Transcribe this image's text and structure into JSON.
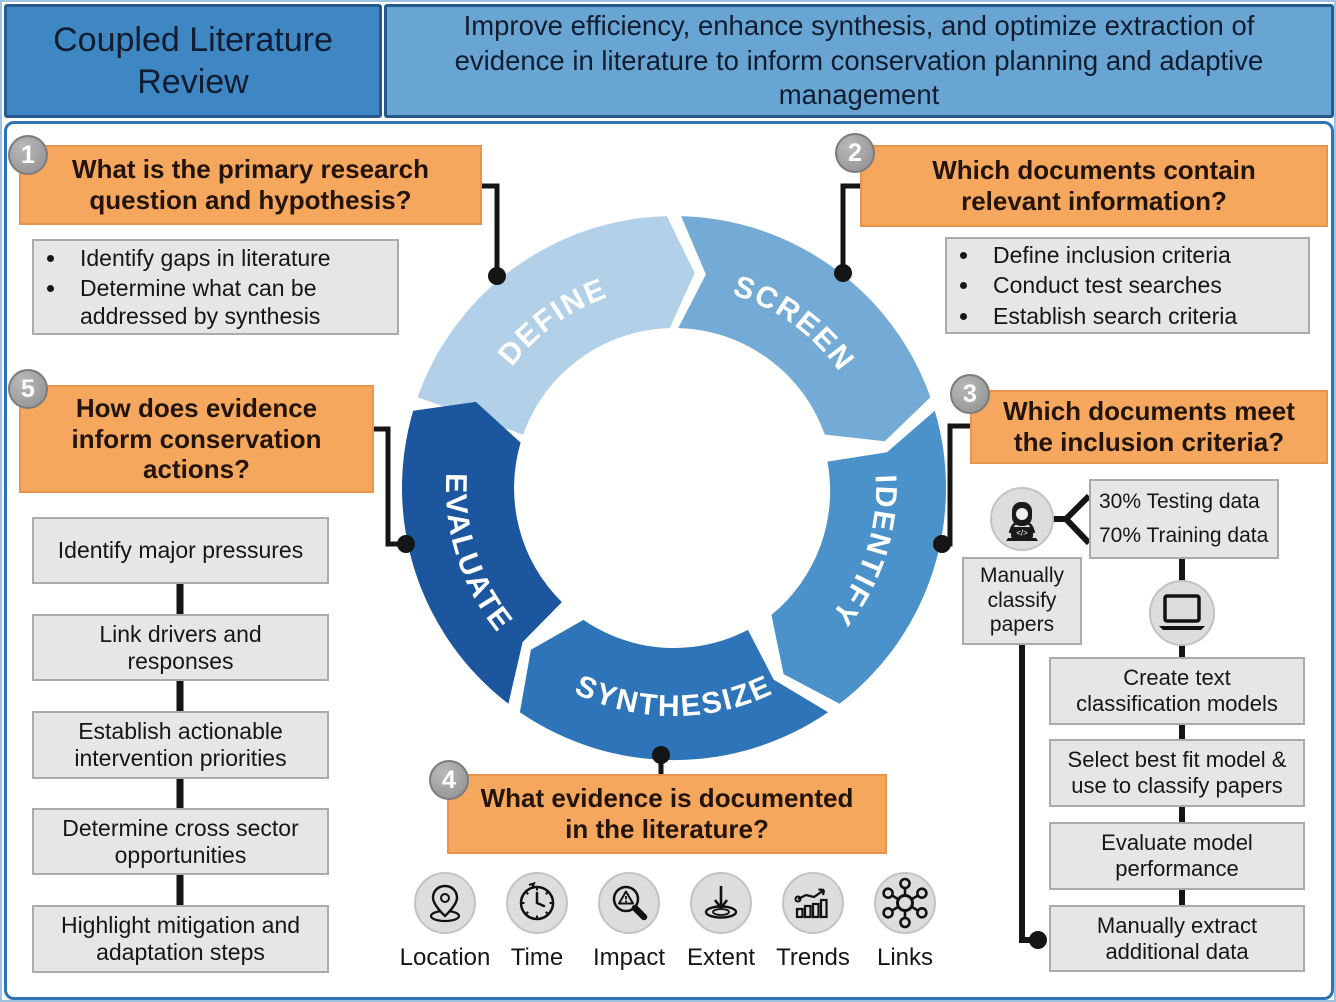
{
  "header": {
    "title": "Coupled Literature Review",
    "subtitle": "Improve efficiency, enhance synthesis, and optimize extraction of evidence in literature to inform conservation planning and adaptive management"
  },
  "ring": {
    "segments": [
      {
        "label": "DEFINE",
        "color": "#b2d0e7"
      },
      {
        "label": "SCREEN",
        "color": "#74abd6"
      },
      {
        "label": "IDENTIFY",
        "color": "#4b92cb"
      },
      {
        "label": "SYNTHESIZE",
        "color": "#2e74b8"
      },
      {
        "label": "EVALUATE",
        "color": "#1c569e"
      }
    ]
  },
  "steps": {
    "s1": {
      "num": "1",
      "question": "What is the primary research question and hypothesis?",
      "bullets": [
        "Identify gaps in literature",
        "Determine what can be addressed by synthesis"
      ]
    },
    "s2": {
      "num": "2",
      "question": "Which documents contain relevant information?",
      "bullets": [
        "Define inclusion criteria",
        "Conduct test searches",
        "Establish search criteria"
      ]
    },
    "s3": {
      "num": "3",
      "question": "Which documents meet the inclusion criteria?",
      "data_split": [
        "30% Testing data",
        "70% Training data"
      ],
      "manual_label": "Manually classify papers",
      "flow": [
        "Create text classification models",
        "Select best fit model & use to classify papers",
        "Evaluate model performance",
        "Manually extract additional data"
      ]
    },
    "s4": {
      "num": "4",
      "question": "What evidence is documented in the literature?",
      "evidence_types": [
        {
          "icon": "location-pin-icon",
          "label": "Location"
        },
        {
          "icon": "clock-icon",
          "label": "Time"
        },
        {
          "icon": "magnifier-warning-icon",
          "label": "Impact"
        },
        {
          "icon": "arrow-into-surface-icon",
          "label": "Extent"
        },
        {
          "icon": "bar-chart-trend-icon",
          "label": "Trends"
        },
        {
          "icon": "network-icon",
          "label": "Links"
        }
      ]
    },
    "s5": {
      "num": "5",
      "question": "How does evidence inform conservation actions?",
      "flow": [
        "Identify major pressures",
        "Link drivers and responses",
        "Establish actionable intervention priorities",
        "Determine cross sector opportunities",
        "Highlight mitigation and adaptation steps"
      ]
    }
  },
  "colors": {
    "accent_orange": "#f6a75e",
    "header_left_bg": "#3e87c2",
    "header_right_bg": "#69a5d3",
    "frame_blue": "#2e74b5",
    "badge_gray": "#9a9a9a",
    "box_gray": "#e6e6e6",
    "connector_black": "#151515"
  }
}
